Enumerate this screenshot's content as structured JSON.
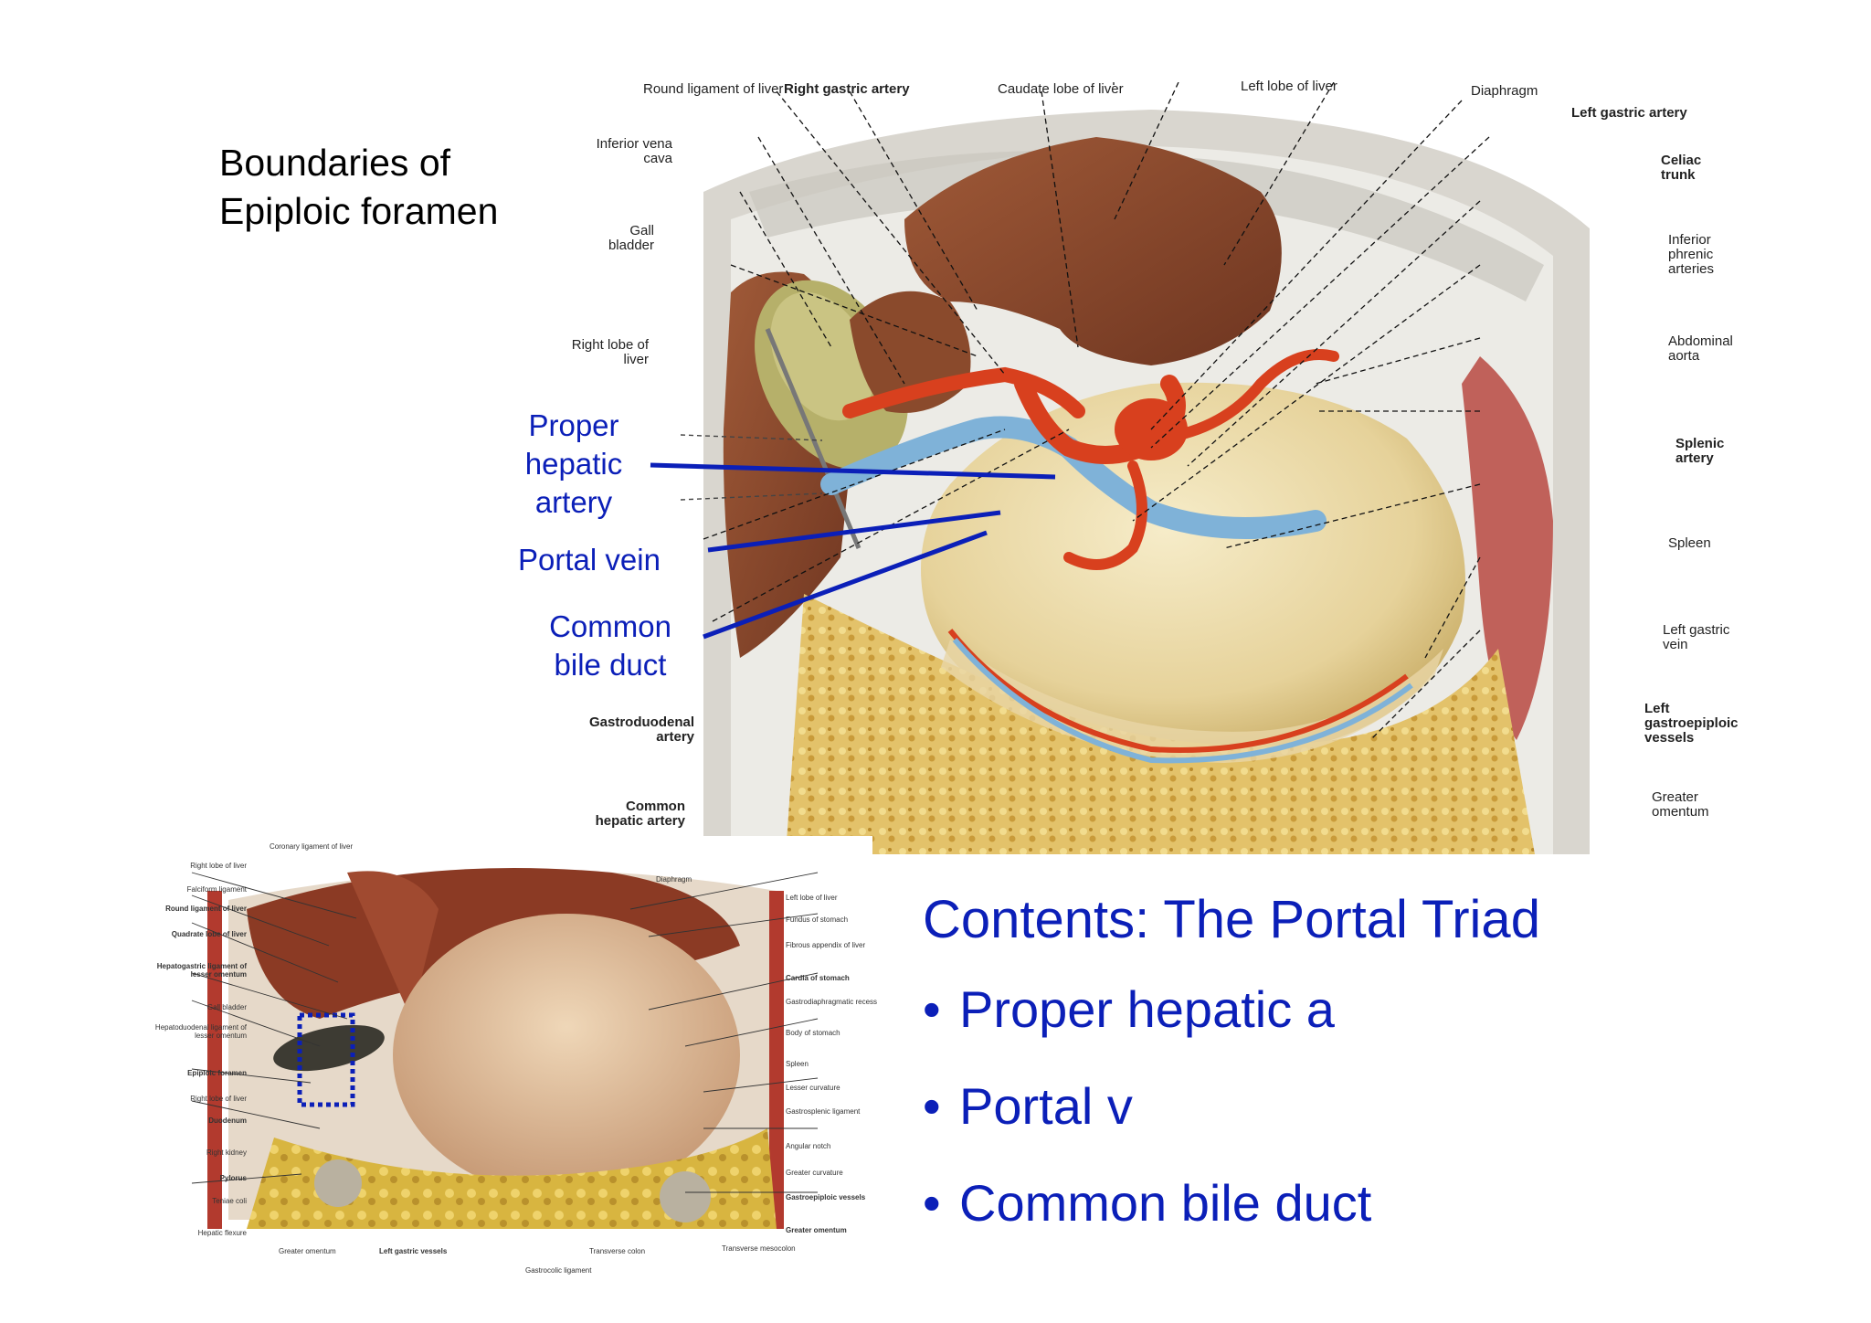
{
  "title": "Boundaries of Epiploic foramen",
  "callouts": {
    "proper_hepatic_artery": "Proper hepatic artery",
    "portal_vein": "Portal vein",
    "common_bile_duct": "Common bile duct"
  },
  "main_labels": {
    "round_ligament": "Round ligament of liver",
    "right_gastric_artery": "Right gastric artery",
    "caudate_lobe": "Caudate lobe of liver",
    "left_lobe": "Left lobe of liver",
    "diaphragm": "Diaphragm",
    "left_gastric_artery_top": "Left gastric artery",
    "inferior_vena_cava": "Inferior vena cava",
    "celiac_trunk": "Celiac trunk",
    "gall_bladder": "Gall bladder",
    "inferior_phrenic": "Inferior phrenic arteries",
    "right_lobe": "Right lobe of liver",
    "abdominal_aorta": "Abdominal aorta",
    "splenic_artery": "Splenic artery",
    "spleen": "Spleen",
    "left_gastric_vein": "Left gastric vein",
    "gastroduodenal": "Gastroduodenal artery",
    "left_gastroepiploic": "Left gastroepiploic vessels",
    "common_hepatic": "Common hepatic artery",
    "greater_omentum": "Greater omentum"
  },
  "inset_labels": {
    "left": [
      "Right lobe of liver",
      "Falciform ligament",
      "Round ligament of liver",
      "Quadrate lobe of liver",
      "Hepatogastric ligament of lesser omentum",
      "Gall bladder",
      "Hepatoduodenal ligament of lesser omentum",
      "Epiploic foramen",
      "Right lobe of liver",
      "Duodenum",
      "Right kidney",
      "Pylorus",
      "Teniae coli",
      "Hepatic flexure"
    ],
    "right": [
      "Diaphragm",
      "Left lobe of liver",
      "Fundus of stomach",
      "Fibrous appendix of liver",
      "Cardia of stomach",
      "Gastrodiaphragmatic recess",
      "Body of stomach",
      "Spleen",
      "Lesser curvature",
      "Gastrosplenic ligament",
      "Angular notch",
      "Greater curvature",
      "Gastroepiploic vessels",
      "Greater omentum",
      "Transverse mesocolon"
    ],
    "top": "Coronary ligament of liver",
    "bottom": [
      "Greater omentum",
      "Left gastric vessels",
      "Gastrocolic ligament",
      "Transverse colon"
    ]
  },
  "contents": {
    "heading": "Contents: The Portal Triad",
    "bullet_char": "•",
    "items": [
      "Proper hepatic a",
      "Portal v",
      "Common bile duct"
    ]
  },
  "colors": {
    "accent_blue": "#0b1fb8",
    "liver": "#8a4a2c",
    "artery": "#d8401e",
    "vein": "#7fb2d8",
    "stomach": "#e9d6a6",
    "fat": "#d9b84a"
  }
}
